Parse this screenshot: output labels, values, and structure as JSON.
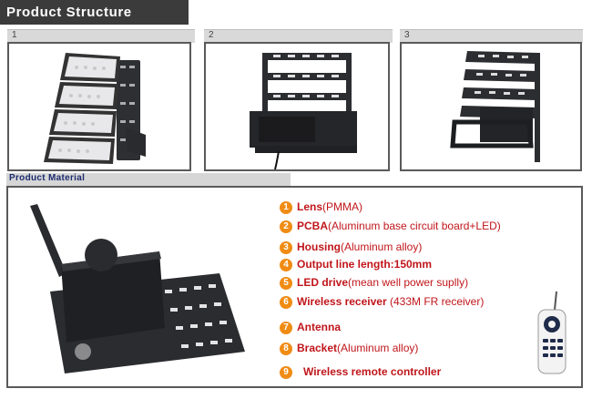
{
  "header": {
    "title": "Product  Structure"
  },
  "panels": [
    {
      "number": "1"
    },
    {
      "number": "2"
    },
    {
      "number": "3"
    }
  ],
  "material": {
    "title": "Product Material",
    "items": [
      {
        "num": "1",
        "name": "Lens",
        "detail": "(PMMA)"
      },
      {
        "num": "2",
        "name": "PCBA",
        "detail": "(Aluminum base circuit board+LED)"
      },
      {
        "num": "3",
        "name": "Housing",
        "detail": "(Aluminum alloy)"
      },
      {
        "num": "4",
        "name": "Output line length:150mm",
        "detail": ""
      },
      {
        "num": "5",
        "name": "LED drive",
        "detail": "(mean well power suplly)"
      },
      {
        "num": "6",
        "name": "Wireless receiver",
        "detail": " (433M FR receiver)"
      },
      {
        "num": "7",
        "name": "Antenna",
        "detail": ""
      },
      {
        "num": "8",
        "name": "Bracket",
        "detail": "(Aluminum alloy)"
      },
      {
        "num": "9",
        "name": "Wireless remote controller",
        "detail": ""
      }
    ]
  },
  "colors": {
    "accent_orange": "#f08c14",
    "text_red": "#c0161b",
    "header_dark": "#3b3b3b",
    "title_navy": "#1c2c6e",
    "frame_gray": "#5a5a5a"
  }
}
